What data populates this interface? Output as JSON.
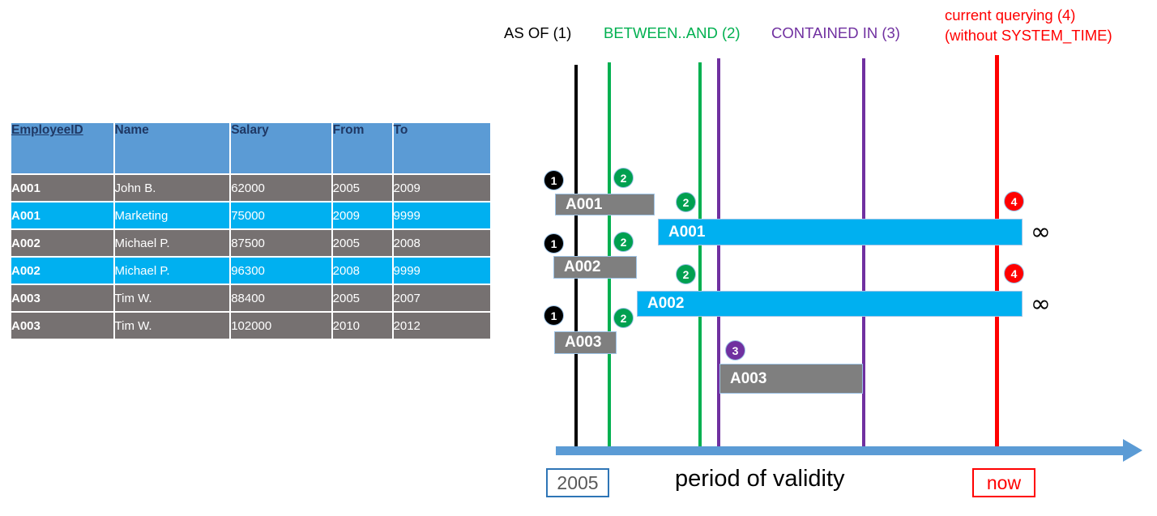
{
  "table": {
    "columns": [
      "EmployeeID",
      "Name",
      "Salary",
      "From",
      "To"
    ],
    "rows": [
      {
        "id": "A001",
        "name": "John  B.",
        "salary": "62000",
        "from": "2005",
        "to": "2009",
        "style": "grey"
      },
      {
        "id": "A001",
        "name": "Marketing",
        "salary": "75000",
        "from": "2009",
        "to": "9999",
        "style": "cyan"
      },
      {
        "id": "A002",
        "name": "Michael P.",
        "salary": "87500",
        "from": "2005",
        "to": "2008",
        "style": "grey"
      },
      {
        "id": "A002",
        "name": "Michael P.",
        "salary": "96300",
        "from": "2008",
        "to": "9999",
        "style": "cyan"
      },
      {
        "id": "A003",
        "name": "Tim W.",
        "salary": "88400",
        "from": "2005",
        "to": "2007",
        "style": "grey"
      },
      {
        "id": "A003",
        "name": "Tim W.",
        "salary": "102000",
        "from": "2010",
        "to": "2012",
        "style": "grey"
      }
    ]
  },
  "legend": {
    "as_of": "AS OF (1)",
    "between_and": "BETWEEN..AND (2)",
    "contained_in": "CONTAINED IN (3)",
    "current_line1": "current querying (4)",
    "current_line2": "(without SYSTEM_TIME)"
  },
  "diagram": {
    "axis_title": "period of validity",
    "start_label": "2005",
    "now_label": "now",
    "infinity_symbol": "∞",
    "bars": [
      {
        "label": "A001",
        "style": "grey"
      },
      {
        "label": "A001",
        "style": "cyan"
      },
      {
        "label": "A002",
        "style": "grey"
      },
      {
        "label": "A002",
        "style": "cyan"
      },
      {
        "label": "A003",
        "style": "grey"
      },
      {
        "label": "A003",
        "style": "grey"
      }
    ],
    "markers": [
      {
        "num": "1",
        "color": "black"
      },
      {
        "num": "2",
        "color": "green"
      },
      {
        "num": "2",
        "color": "green"
      },
      {
        "num": "1",
        "color": "black"
      },
      {
        "num": "2",
        "color": "green"
      },
      {
        "num": "2",
        "color": "green"
      },
      {
        "num": "1",
        "color": "black"
      },
      {
        "num": "2",
        "color": "green"
      },
      {
        "num": "3",
        "color": "purple"
      },
      {
        "num": "4",
        "color": "red"
      },
      {
        "num": "4",
        "color": "red"
      }
    ]
  },
  "colors": {
    "header_blue": "#5B9BD5",
    "row_grey": "#767171",
    "row_cyan": "#00B0F0",
    "green": "#00B050",
    "purple": "#7030A0",
    "red": "#FF0000",
    "axis_blue": "#5B9BD5"
  }
}
